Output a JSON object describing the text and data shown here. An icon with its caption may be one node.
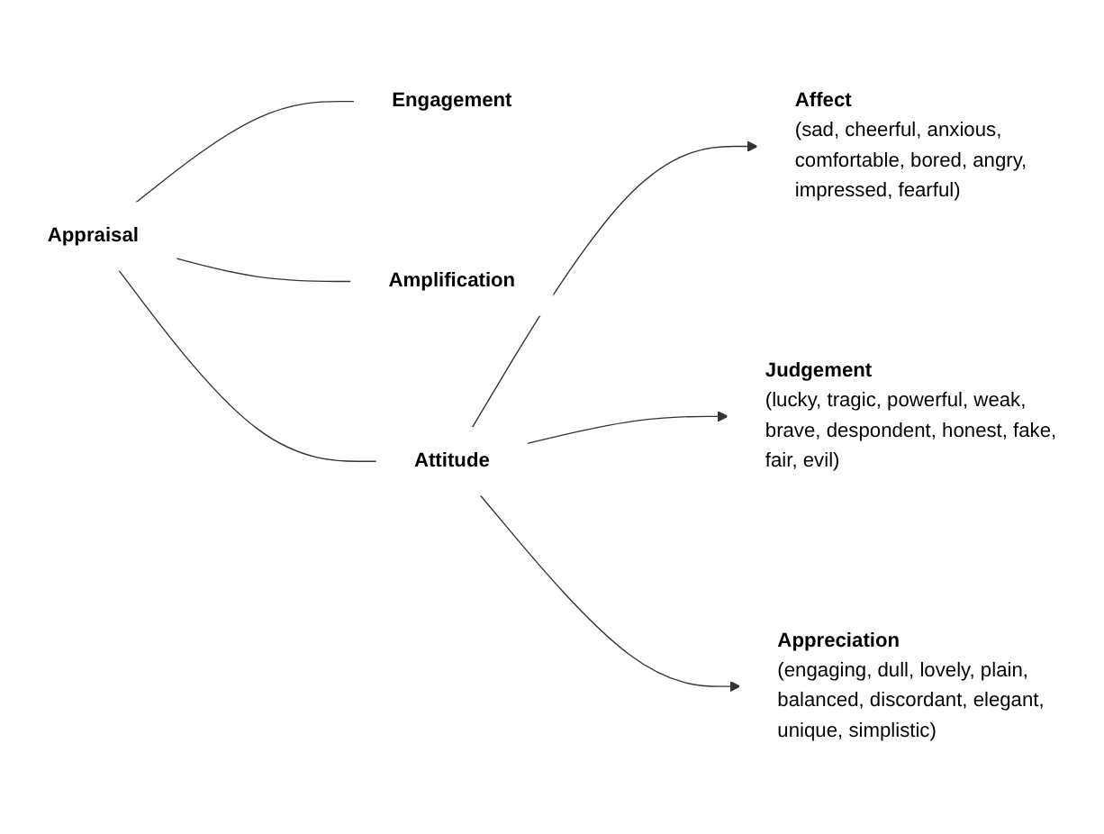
{
  "diagram": {
    "nodes": [
      {
        "text": [
          "Appraisal"
        ]
      },
      {
        "text": [
          "Engagement"
        ]
      },
      {
        "text": [
          "Amplification"
        ]
      },
      {
        "text": [
          "Attitude"
        ]
      },
      {
        "text": [
          "Affect",
          "(sad, cheerful, anxious, comfortable, bored, angry, impressed, fearful)"
        ]
      },
      {
        "text": [
          "Judgement",
          "(lucky, tragic, powerful, weak, brave, despondent, honest, fake, fair, evil)"
        ]
      },
      {
        "text": [
          "Appreciation",
          "(engaging, dull, lovely, plain, balanced, discordant, elegant, unique, simplistic)"
        ]
      }
    ],
    "edges": [
      {
        "from": 0,
        "to": 1,
        "arrow": "none"
      },
      {
        "from": 0,
        "to": 2,
        "arrow": "none"
      },
      {
        "from": 0,
        "to": 3,
        "arrow": "none"
      },
      {
        "from": 3,
        "to": 4,
        "arrow": "to"
      },
      {
        "from": 3,
        "to": 5,
        "arrow": "to"
      },
      {
        "from": 3,
        "to": 6,
        "arrow": "to"
      }
    ]
  }
}
